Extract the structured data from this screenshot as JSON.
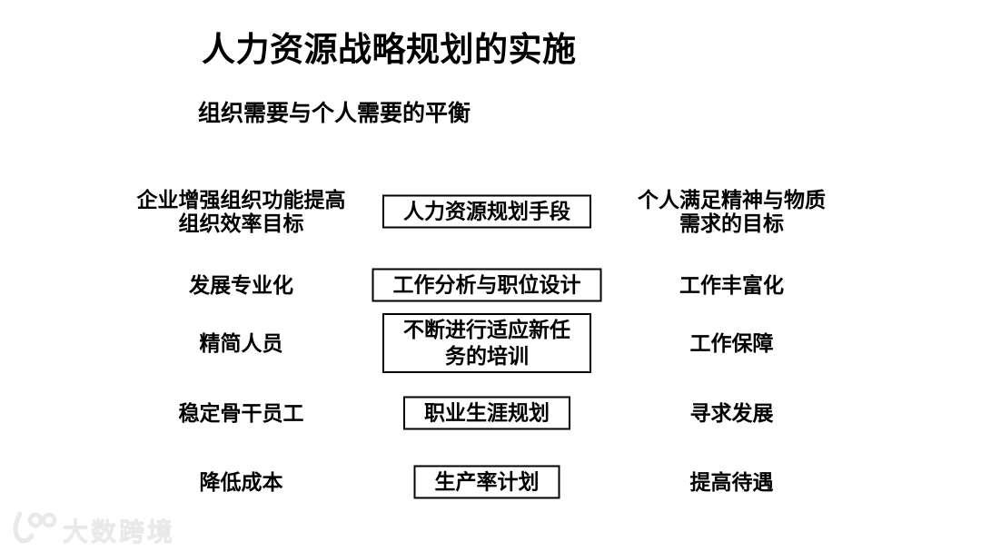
{
  "slide": {
    "title": "人力资源战略规划的实施",
    "subtitle": "组织需要与个人需要的平衡",
    "columns": {
      "left_meaning": "organization-needs",
      "center_meaning": "hr-planning-tools",
      "right_meaning": "personal-needs"
    },
    "rows": [
      {
        "left": "企业增强组织功能提高\n组织效率目标",
        "center": "人力资源规划手段",
        "right": "个人满足精神与物质\n需求的目标"
      },
      {
        "left": "发展专业化",
        "center": "工作分析与职位设计",
        "right": "工作丰富化"
      },
      {
        "left": "精简人员",
        "center": "不断进行适应新任\n务的培训",
        "right": "工作保障"
      },
      {
        "left": "稳定骨干员工",
        "center": "职业生涯规划",
        "right": "寻求发展"
      },
      {
        "left": "降低成本",
        "center": "生产率计划",
        "right": "提高待遇"
      }
    ],
    "watermark": {
      "brand": "大数跨境",
      "logo": "stylized-100-smile-logo"
    },
    "colors": {
      "background": "#ffffff",
      "text": "#000000",
      "box_border": "#000000",
      "watermark": "#e9e9e9"
    }
  }
}
